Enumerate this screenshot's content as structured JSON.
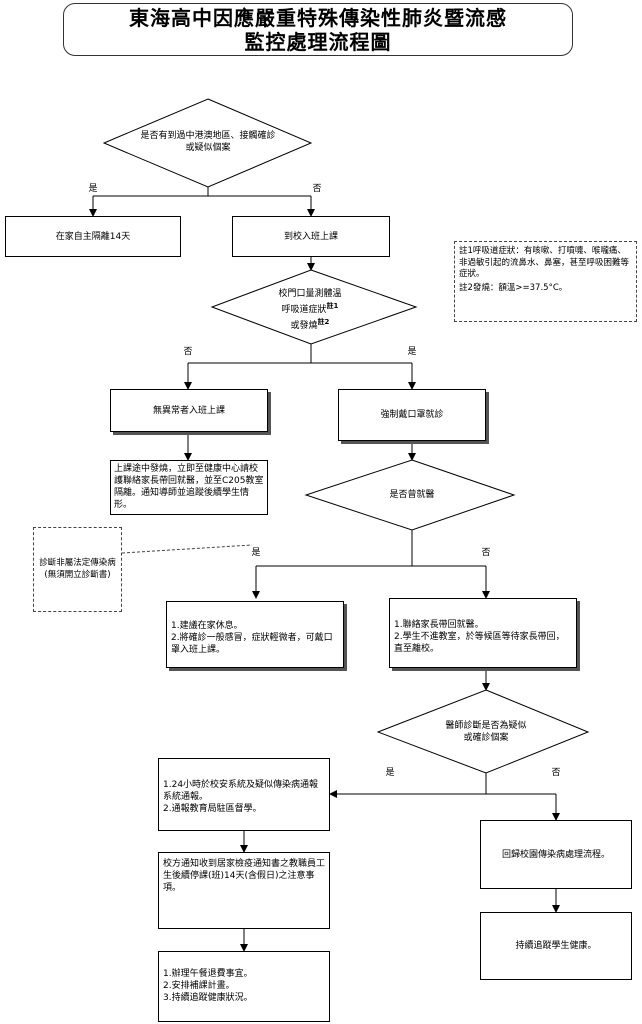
{
  "title": {
    "line1": "東海高中因應嚴重特殊傳染性肺炎暨流感",
    "line2": "監控處理流程圖"
  },
  "nodes": {
    "d1": {
      "line1": "是否有到過中港澳地區、接觸確診",
      "line2": "或疑似個案"
    },
    "d1_yes": "是",
    "d1_no": "否",
    "home_quarantine": "在家自主隔離14天",
    "go_to_school": "到校入班上課",
    "d2": {
      "line1": "校門口量測體溫",
      "line2": "呼吸道症狀",
      "sup1": "註1",
      "line3": "或發燒",
      "sup2": "註2"
    },
    "d2_no": "否",
    "d2_yes": "是",
    "normal_class": "無異常者入班上課",
    "mask_doctor": "強制戴口罩就診",
    "fever_note": "上課途中發燒，立即至健康中心請校護聯絡家長帶回就醫，並至C205教室隔離。通知導師並追蹤後續學生情形。",
    "d3": "是否曾就醫",
    "d3_yes": "是",
    "d3_no": "否",
    "diagnosis_note": "診斷非屬法定傳染病(無須開立診斷書)",
    "rest_home": {
      "item1": "1.建議在家休息。",
      "item2": "2.將確診一般感冒，症狀輕微者，可戴口罩入班上課。"
    },
    "contact_parents": {
      "item1": "1.聯絡家長帶回就醫。",
      "item2": "2.學生不進教室，於等候區等待家長帶回，直至離校。"
    },
    "d4": {
      "line1": "醫師診斷是否為疑似",
      "line2": "或確診個案"
    },
    "d4_yes": "是",
    "d4_no": "否",
    "report": {
      "item1": "1.24小時於校安系統及疑似傳染病通報系統通報。",
      "item2": "2.通報教育局駐區督學。"
    },
    "school_process": "回歸校園傳染病處理流程。",
    "notice": "校方通知收到居家檢疫通知書之教職員工生後續停課(班)14天(含假日)之注意事項。",
    "track_health": "持續追蹤學生健康。",
    "final": {
      "item1": "1.辦理午餐退費事宜。",
      "item2": "2.安排補課計畫。",
      "item3": "3.持續追蹤健康狀況。"
    }
  },
  "notes": {
    "note1": "註1呼吸道症狀：有咳嗽、打噴嚏、喉嚨痛、非過敏引起的流鼻水、鼻塞，甚至呼吸困難等症狀。",
    "note2": "註2發燒：額溫>=37.5°C。"
  }
}
